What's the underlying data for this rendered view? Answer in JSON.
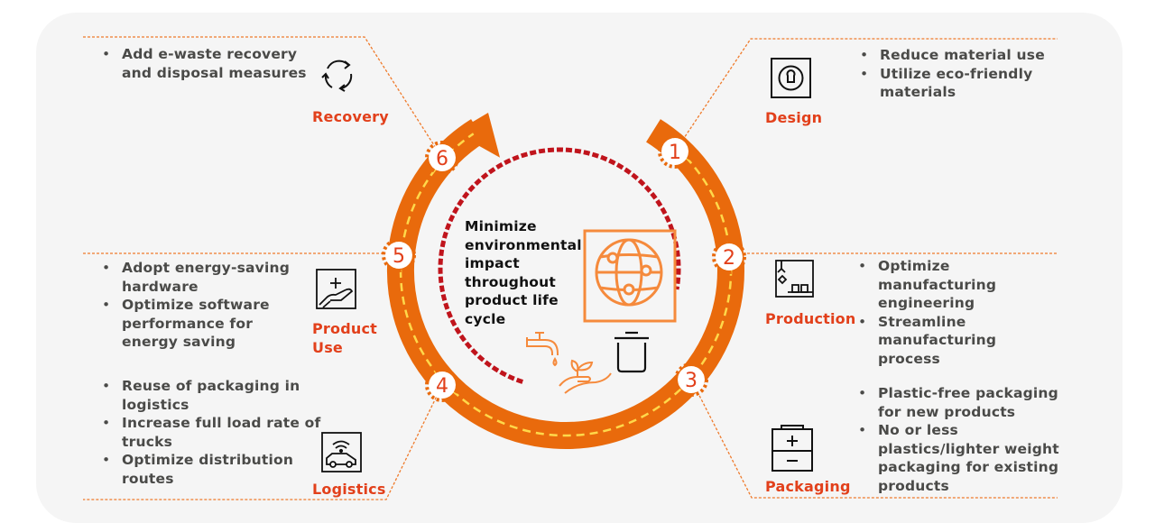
{
  "diagram": {
    "center_text": "Minimize environmental impact throughout product life cycle",
    "colors": {
      "accent": "#e96a0c",
      "label": "#e2401b",
      "inner_dashes": "#c0141c",
      "track_dashes": "#ffd84a",
      "globe": "#f58a3c",
      "background": "#f5f5f5"
    },
    "stages": [
      {
        "number": "1",
        "label": "Design",
        "icon": "keyhole-icon",
        "bullets": [
          "Reduce material use",
          "Utilize eco-friendly materials"
        ]
      },
      {
        "number": "2",
        "label": "Production",
        "icon": "factory-robot-arm-icon",
        "bullets": [
          "Optimize manufacturing engineering",
          "Streamline manufacturing process"
        ]
      },
      {
        "number": "3",
        "label": "Packaging",
        "icon": "battery-box-icon",
        "bullets": [
          "Plastic-free packaging for new products",
          "No or less plastics/lighter weight packaging for existing products"
        ]
      },
      {
        "number": "4",
        "label": "Logistics",
        "icon": "connected-car-icon",
        "bullets": [
          "Reuse of packaging in logistics",
          "Increase full load rate of trucks",
          "Optimize distribution routes"
        ]
      },
      {
        "number": "5",
        "label_line1": "Product",
        "label_line2": "Use",
        "icon": "hand-plus-icon",
        "bullets": [
          "Adopt energy-saving hardware",
          "Optimize software performance for energy saving"
        ]
      },
      {
        "number": "6",
        "label": "Recovery",
        "icon": "recycle-arrows-icon",
        "bullets": [
          "Add e-waste recovery and disposal measures"
        ]
      }
    ],
    "center_icons": [
      "globe-network-icon",
      "water-tap-icon",
      "hand-plant-icon",
      "trash-bin-icon"
    ]
  }
}
